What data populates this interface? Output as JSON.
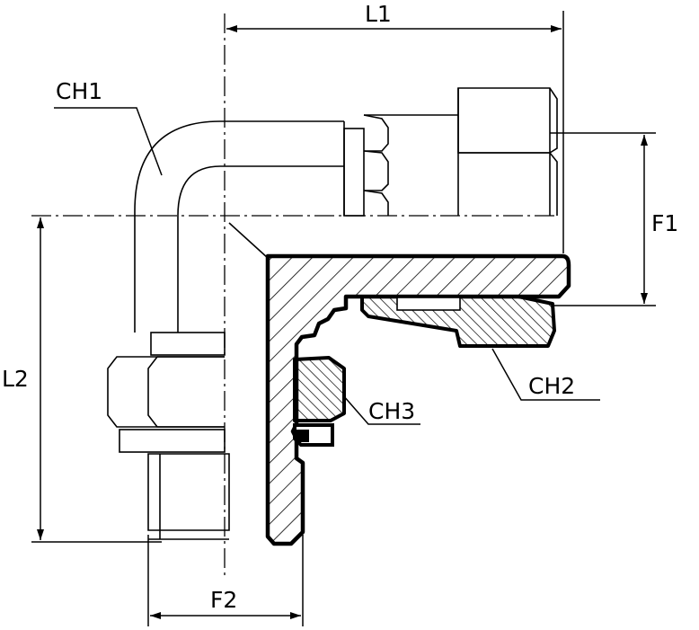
{
  "diagram": {
    "labels": {
      "l1": "L1",
      "l2": "L2",
      "f1": "F1",
      "f2": "F2",
      "ch1": "CH1",
      "ch2": "CH2",
      "ch3": "CH3"
    },
    "colors": {
      "line": "#000000",
      "background": "#ffffff"
    }
  }
}
